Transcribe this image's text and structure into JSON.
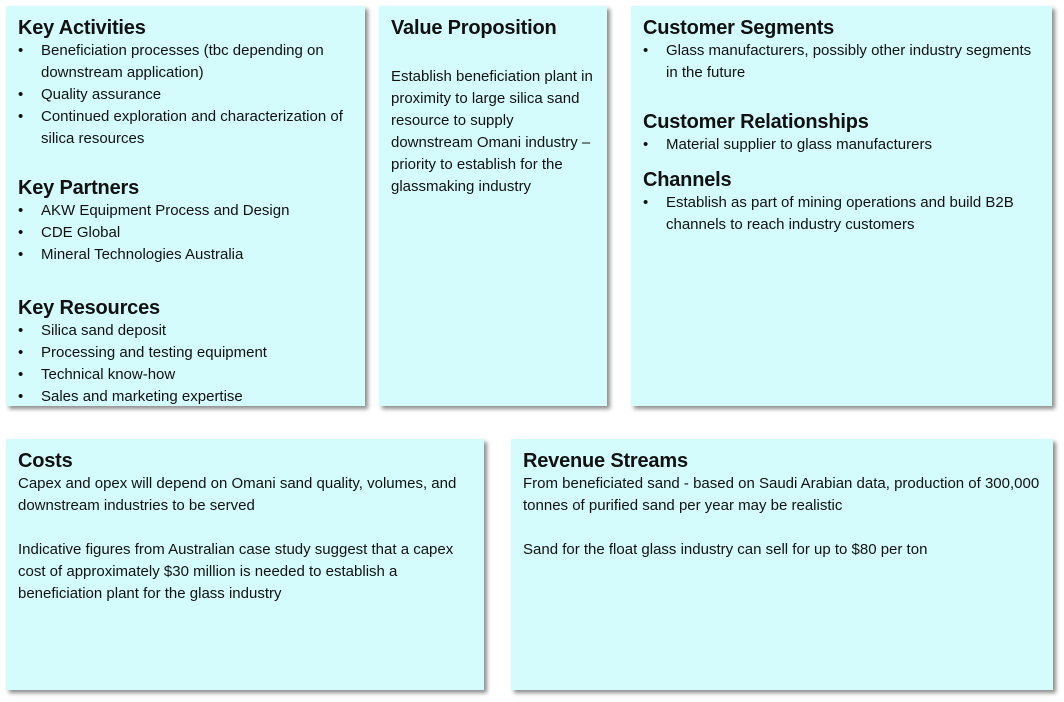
{
  "canvas": {
    "key_activities": {
      "title": "Key Activities",
      "items": [
        "Beneficiation processes (tbc depending on downstream application)",
        "Quality assurance",
        "Continued exploration and characterization of silica resources"
      ]
    },
    "key_partners": {
      "title": "Key Partners",
      "items": [
        "AKW Equipment  Process and Design",
        "CDE Global",
        "Mineral Technologies Australia"
      ]
    },
    "key_resources": {
      "title": "Key Resources",
      "items": [
        "Silica sand deposit",
        "Processing and testing equipment",
        "Technical know-how",
        "Sales and marketing expertise"
      ]
    },
    "value_proposition": {
      "title": "Value Proposition",
      "text": "Establish beneficiation plant in proximity to large silica sand resource to supply downstream Omani industry – priority to establish for the glassmaking industry"
    },
    "customer_segments": {
      "title": "Customer Segments",
      "items": [
        "Glass manufacturers, possibly other industry segments in the future"
      ]
    },
    "customer_relationships": {
      "title": "Customer Relationships",
      "items": [
        "Material supplier to glass manufacturers"
      ]
    },
    "channels": {
      "title": "Channels",
      "items": [
        "Establish as part of mining operations and build B2B channels to reach industry customers"
      ]
    },
    "costs": {
      "title": "Costs",
      "paragraphs": [
        "Capex and opex will depend on Omani sand quality, volumes, and downstream industries to be served",
        "Indicative figures from Australian case study suggest that a capex cost of approximately $30 million is needed to establish a beneficiation plant for the glass industry"
      ]
    },
    "revenue_streams": {
      "title": "Revenue Streams",
      "paragraphs": [
        "From beneficiated sand - based on Saudi Arabian data, production of 300,000 tonnes of purified sand per year may be realistic",
        "Sand for the float glass industry can sell for up to $80 per ton"
      ]
    }
  },
  "bullet_glyph": "•",
  "colors": {
    "box_fill": "#d4fcfd",
    "text": "#111111"
  }
}
